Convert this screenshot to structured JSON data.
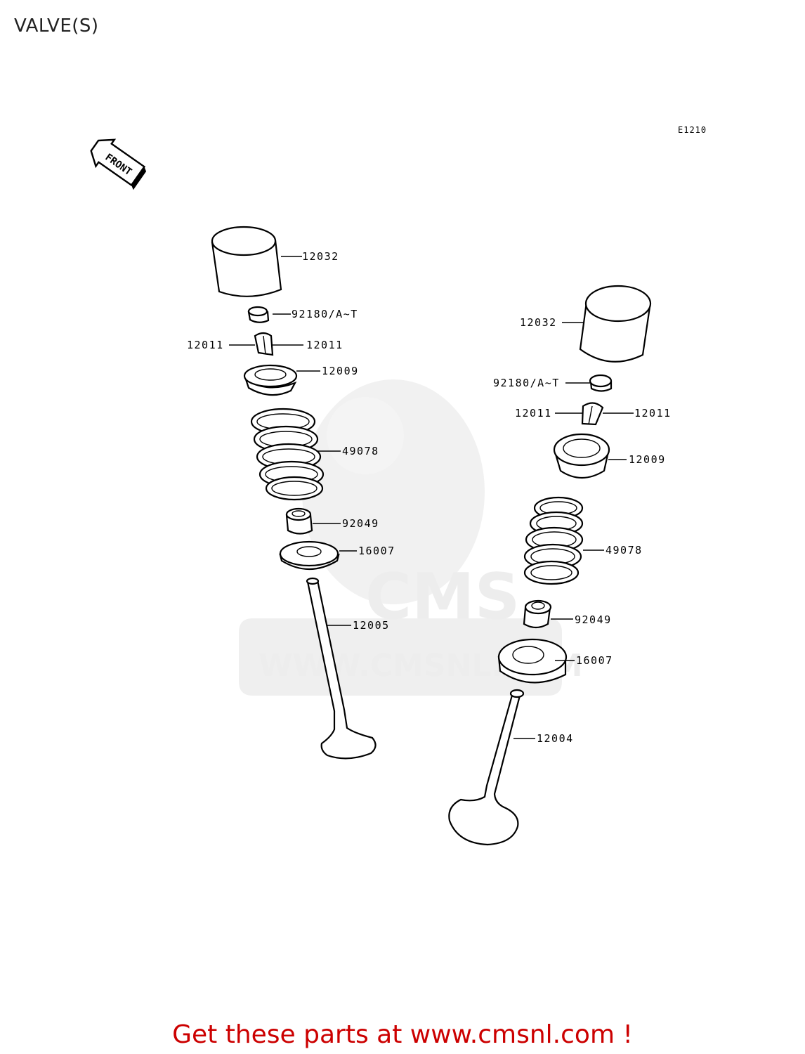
{
  "header": {
    "title": "VALVE(S)",
    "diagram_code": "E1210"
  },
  "front_marker": {
    "label": "FRONT",
    "icon": "front-arrow-icon"
  },
  "watermark": {
    "logo_text": "CMS",
    "url_text": "WWW.CMSNL.COM"
  },
  "callouts": {
    "left": [
      {
        "id": "l-12032",
        "part_no": "12032"
      },
      {
        "id": "l-92180",
        "part_no": "92180/A~T"
      },
      {
        "id": "l-12011a",
        "part_no": "12011"
      },
      {
        "id": "l-12011b",
        "part_no": "12011"
      },
      {
        "id": "l-12009",
        "part_no": "12009"
      },
      {
        "id": "l-49078",
        "part_no": "49078"
      },
      {
        "id": "l-92049",
        "part_no": "92049"
      },
      {
        "id": "l-16007",
        "part_no": "16007"
      },
      {
        "id": "l-12005",
        "part_no": "12005"
      }
    ],
    "right": [
      {
        "id": "r-12032",
        "part_no": "12032"
      },
      {
        "id": "r-92180",
        "part_no": "92180/A~T"
      },
      {
        "id": "r-12011a",
        "part_no": "12011"
      },
      {
        "id": "r-12011b",
        "part_no": "12011"
      },
      {
        "id": "r-12009",
        "part_no": "12009"
      },
      {
        "id": "r-49078",
        "part_no": "49078"
      },
      {
        "id": "r-92049",
        "part_no": "92049"
      },
      {
        "id": "r-16007",
        "part_no": "16007"
      },
      {
        "id": "r-12004",
        "part_no": "12004"
      }
    ]
  },
  "footer": {
    "cta_text": "Get these parts at www.cmsnl.com !",
    "color": "#cc0000"
  }
}
